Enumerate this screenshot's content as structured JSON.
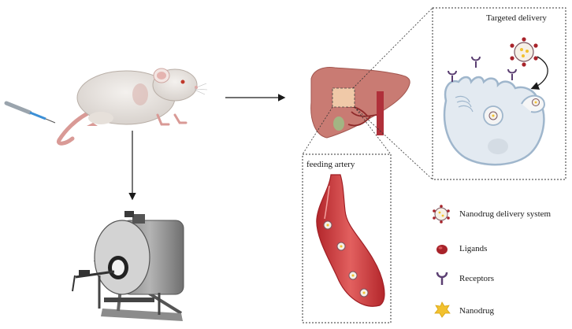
{
  "labels": {
    "targeted_delivery": "Targeted delivery",
    "feeding_artery": "feeding artery"
  },
  "legend": [
    {
      "icon": "nanodrug-delivery-system-icon",
      "label": "Nanodrug delivery system"
    },
    {
      "icon": "ligand-icon",
      "label": "Ligands"
    },
    {
      "icon": "receptor-icon",
      "label": "Receptors"
    },
    {
      "icon": "nanodrug-icon",
      "label": "Nanodrug"
    }
  ],
  "colors": {
    "liver": "#c97b73",
    "artery": "#c0392b",
    "membrane": "#9fb6cc",
    "cell_fill": "#e3eaf1",
    "receptor": "#5b3f72",
    "ligand": "#a8232a",
    "nanodrug": "#f2c12e"
  }
}
